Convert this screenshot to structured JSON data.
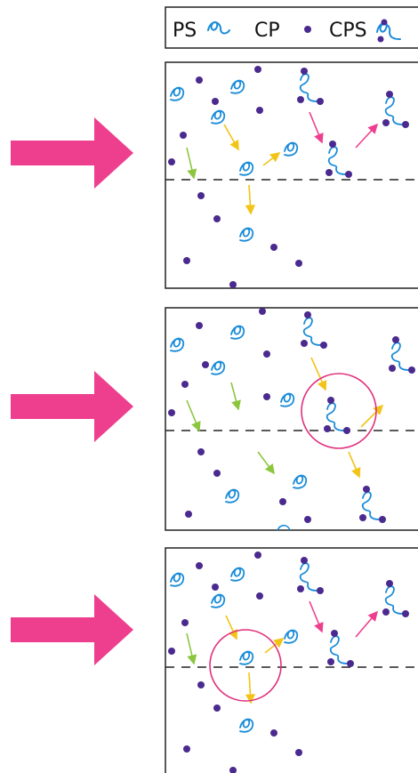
{
  "legend": {
    "items": [
      {
        "label": "PS",
        "symbol": "ps-chain-icon"
      },
      {
        "label": "CP",
        "symbol": "cp-dot-icon"
      },
      {
        "label": "CPS",
        "symbol": "cps-complex-icon"
      }
    ]
  },
  "colors": {
    "arrow": "#EE3F8F",
    "frame": "#222222",
    "dashed_line": "#222222",
    "polymer_chain": "#1A8CD8",
    "particle": "#4B2A8F",
    "move_yellow": "#F2C418",
    "move_green": "#8CC63F",
    "move_pink": "#EE3F8F",
    "highlight_circle": "#E0307E"
  },
  "panels": [
    {
      "id": "panel-1",
      "highlight": "none"
    },
    {
      "id": "panel-2",
      "highlight": "cps-complex"
    },
    {
      "id": "panel-3",
      "highlight": "ps-chain"
    }
  ]
}
